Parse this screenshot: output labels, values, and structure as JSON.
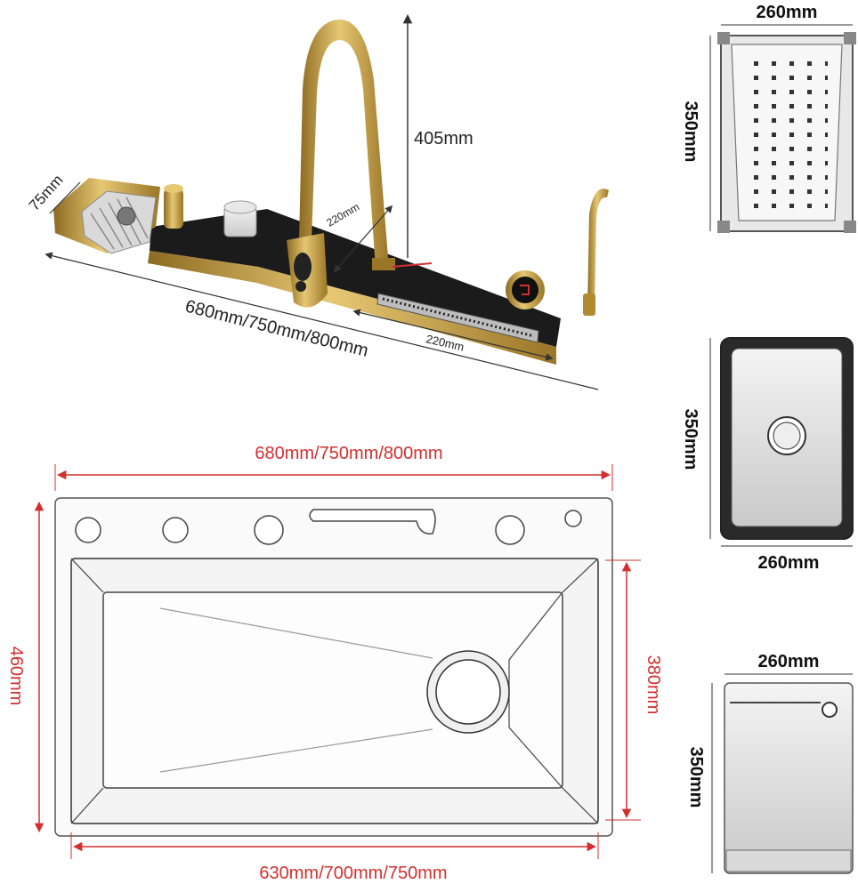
{
  "faucet": {
    "height_label": "405mm",
    "spout_reach_label": "220mm",
    "width_label": "680mm/750mm/800mm",
    "panel_label": "220mm",
    "depth_label": "75mm"
  },
  "sink_plan": {
    "top_width_label": "680mm/750mm/800mm",
    "bottom_width_label": "630mm/700mm/750mm",
    "height_label": "460mm",
    "inner_height_label": "380mm"
  },
  "colander": {
    "width_label": "260mm",
    "length_label": "350mm"
  },
  "basin_tray": {
    "width_label": "260mm",
    "length_label": "350mm"
  },
  "cutting_board": {
    "width_label": "260mm",
    "length_label": "350mm"
  },
  "colors": {
    "gold": "#c9a344",
    "dimension_red": "#d32f2f",
    "steel": "#b8b8b8",
    "dark": "#1e1e1e"
  }
}
